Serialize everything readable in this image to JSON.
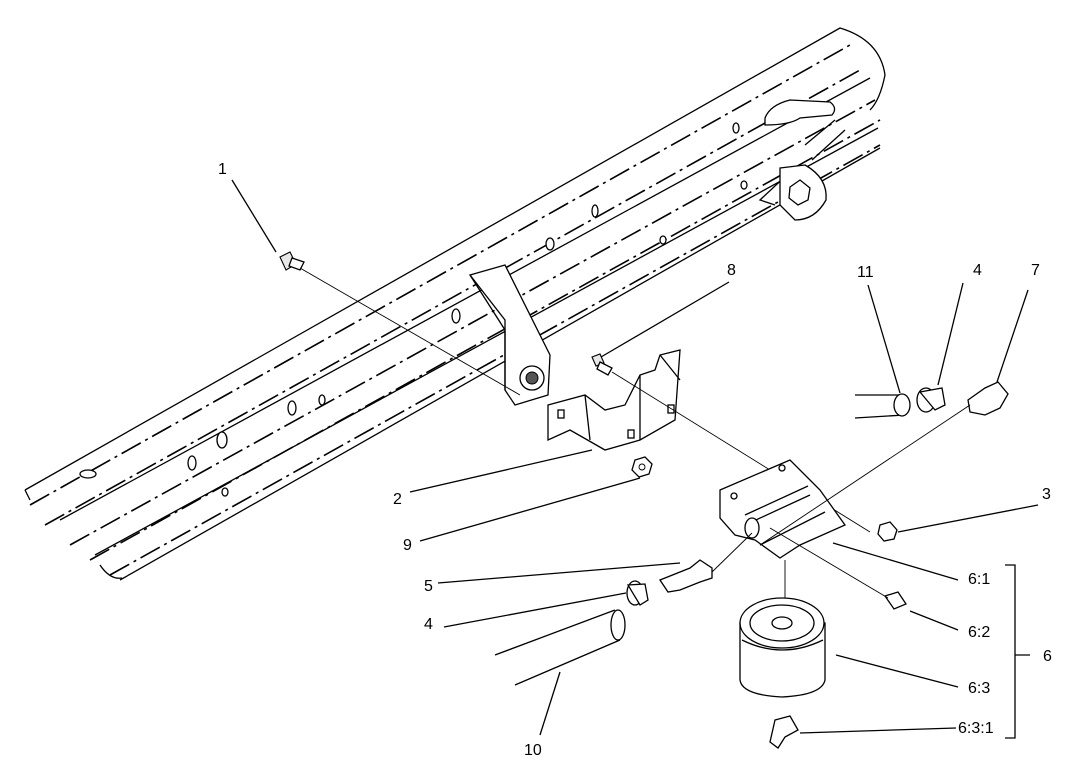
{
  "diagram": {
    "callouts": {
      "c1": "1",
      "c2": "2",
      "c3": "3",
      "c4a": "4",
      "c4b": "4",
      "c5": "5",
      "c6": "6",
      "c6_1": "6:1",
      "c6_2": "6:2",
      "c6_3": "6:3",
      "c6_3_1": "6:3:1",
      "c7": "7",
      "c8": "8",
      "c9": "9",
      "c10": "10",
      "c11": "11"
    }
  }
}
